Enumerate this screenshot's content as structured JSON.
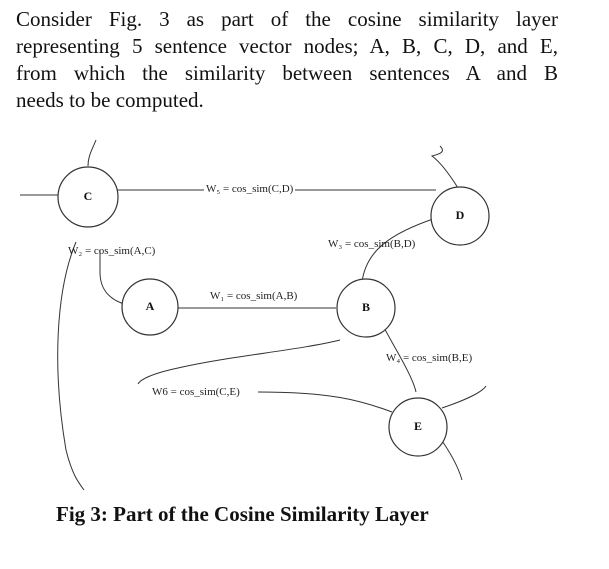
{
  "paragraph": {
    "lines": [
      "Consider Fig. 3 as part of the cosine similarity layer",
      "representing 5 sentence vector nodes; A, B, C, D, and E,",
      "from which the similarity between sentences A and B",
      "needs to be computed."
    ]
  },
  "figure": {
    "nodes": {
      "c": "C",
      "d": "D",
      "a": "A",
      "b": "B",
      "e": "E"
    },
    "edges": {
      "w5": "W₅ = cos_sim(C,D)",
      "w2": "W₂ = cos_sim(A,C)",
      "w3": "W₃ = cos_sim(B,D)",
      "w1": "W₁ = cos_sim(A,B)",
      "w4": "W₄ = cos_sim(B,E)",
      "w6": "W6 = cos_sim(C,E)"
    }
  },
  "caption": "Fig 3: Part of the Cosine Similarity Layer"
}
